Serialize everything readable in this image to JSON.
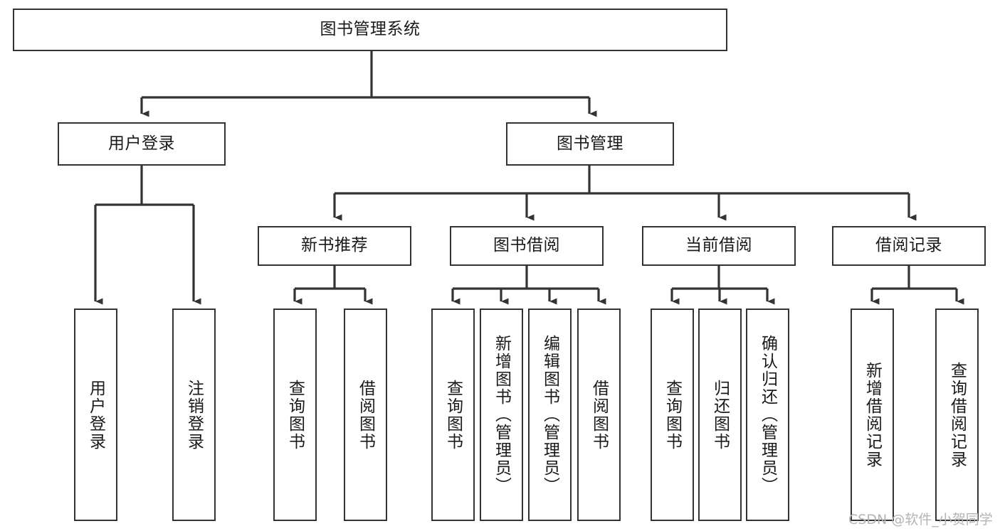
{
  "diagram": {
    "type": "tree",
    "title": "图书管理系统",
    "stroke_color": "#333333",
    "fill_color": "#ffffff",
    "text_color": "#1a1a1a",
    "root": {
      "id": "root",
      "label": "图书管理系统",
      "orientation": "horizontal"
    },
    "level2": [
      {
        "id": "user-login",
        "label": "用户登录",
        "orientation": "horizontal"
      },
      {
        "id": "book-manage",
        "label": "图书管理",
        "orientation": "horizontal"
      }
    ],
    "level3": [
      {
        "id": "new-book-recommend",
        "label": "新书推荐",
        "orientation": "horizontal",
        "parent": "book-manage"
      },
      {
        "id": "book-borrow",
        "label": "图书借阅",
        "orientation": "horizontal",
        "parent": "book-manage"
      },
      {
        "id": "current-borrow",
        "label": "当前借阅",
        "orientation": "horizontal",
        "parent": "book-manage"
      },
      {
        "id": "borrow-record",
        "label": "借阅记录",
        "orientation": "horizontal",
        "parent": "book-manage"
      }
    ],
    "leaves": [
      {
        "id": "leaf-user-login",
        "label": "用户登录",
        "orientation": "vertical",
        "parent": "user-login"
      },
      {
        "id": "leaf-user-logout",
        "label": "注销登录",
        "orientation": "vertical",
        "parent": "user-login"
      },
      {
        "id": "leaf-query-book-1",
        "label": "查询图书",
        "orientation": "vertical",
        "parent": "new-book-recommend"
      },
      {
        "id": "leaf-borrow-book-1",
        "label": "借阅图书",
        "orientation": "vertical",
        "parent": "new-book-recommend"
      },
      {
        "id": "leaf-query-book-2",
        "label": "查询图书",
        "orientation": "vertical",
        "parent": "book-borrow"
      },
      {
        "id": "leaf-add-book",
        "label": "新增图书（管理员）",
        "orientation": "vertical",
        "parent": "book-borrow"
      },
      {
        "id": "leaf-edit-book",
        "label": "编辑图书（管理员）",
        "orientation": "vertical",
        "parent": "book-borrow"
      },
      {
        "id": "leaf-borrow-book-2",
        "label": "借阅图书",
        "orientation": "vertical",
        "parent": "book-borrow"
      },
      {
        "id": "leaf-query-book-3",
        "label": "查询图书",
        "orientation": "vertical",
        "parent": "current-borrow"
      },
      {
        "id": "leaf-return-book",
        "label": "归还图书",
        "orientation": "vertical",
        "parent": "current-borrow"
      },
      {
        "id": "leaf-confirm-return",
        "label": "确认归还（管理员）",
        "orientation": "vertical",
        "parent": "current-borrow"
      },
      {
        "id": "leaf-add-record",
        "label": "新增借阅记录",
        "orientation": "vertical",
        "parent": "borrow-record"
      },
      {
        "id": "leaf-query-record",
        "label": "查询借阅记录",
        "orientation": "vertical",
        "parent": "borrow-record"
      }
    ]
  },
  "watermark": {
    "text": "CSDN @软件_小贺同学"
  }
}
